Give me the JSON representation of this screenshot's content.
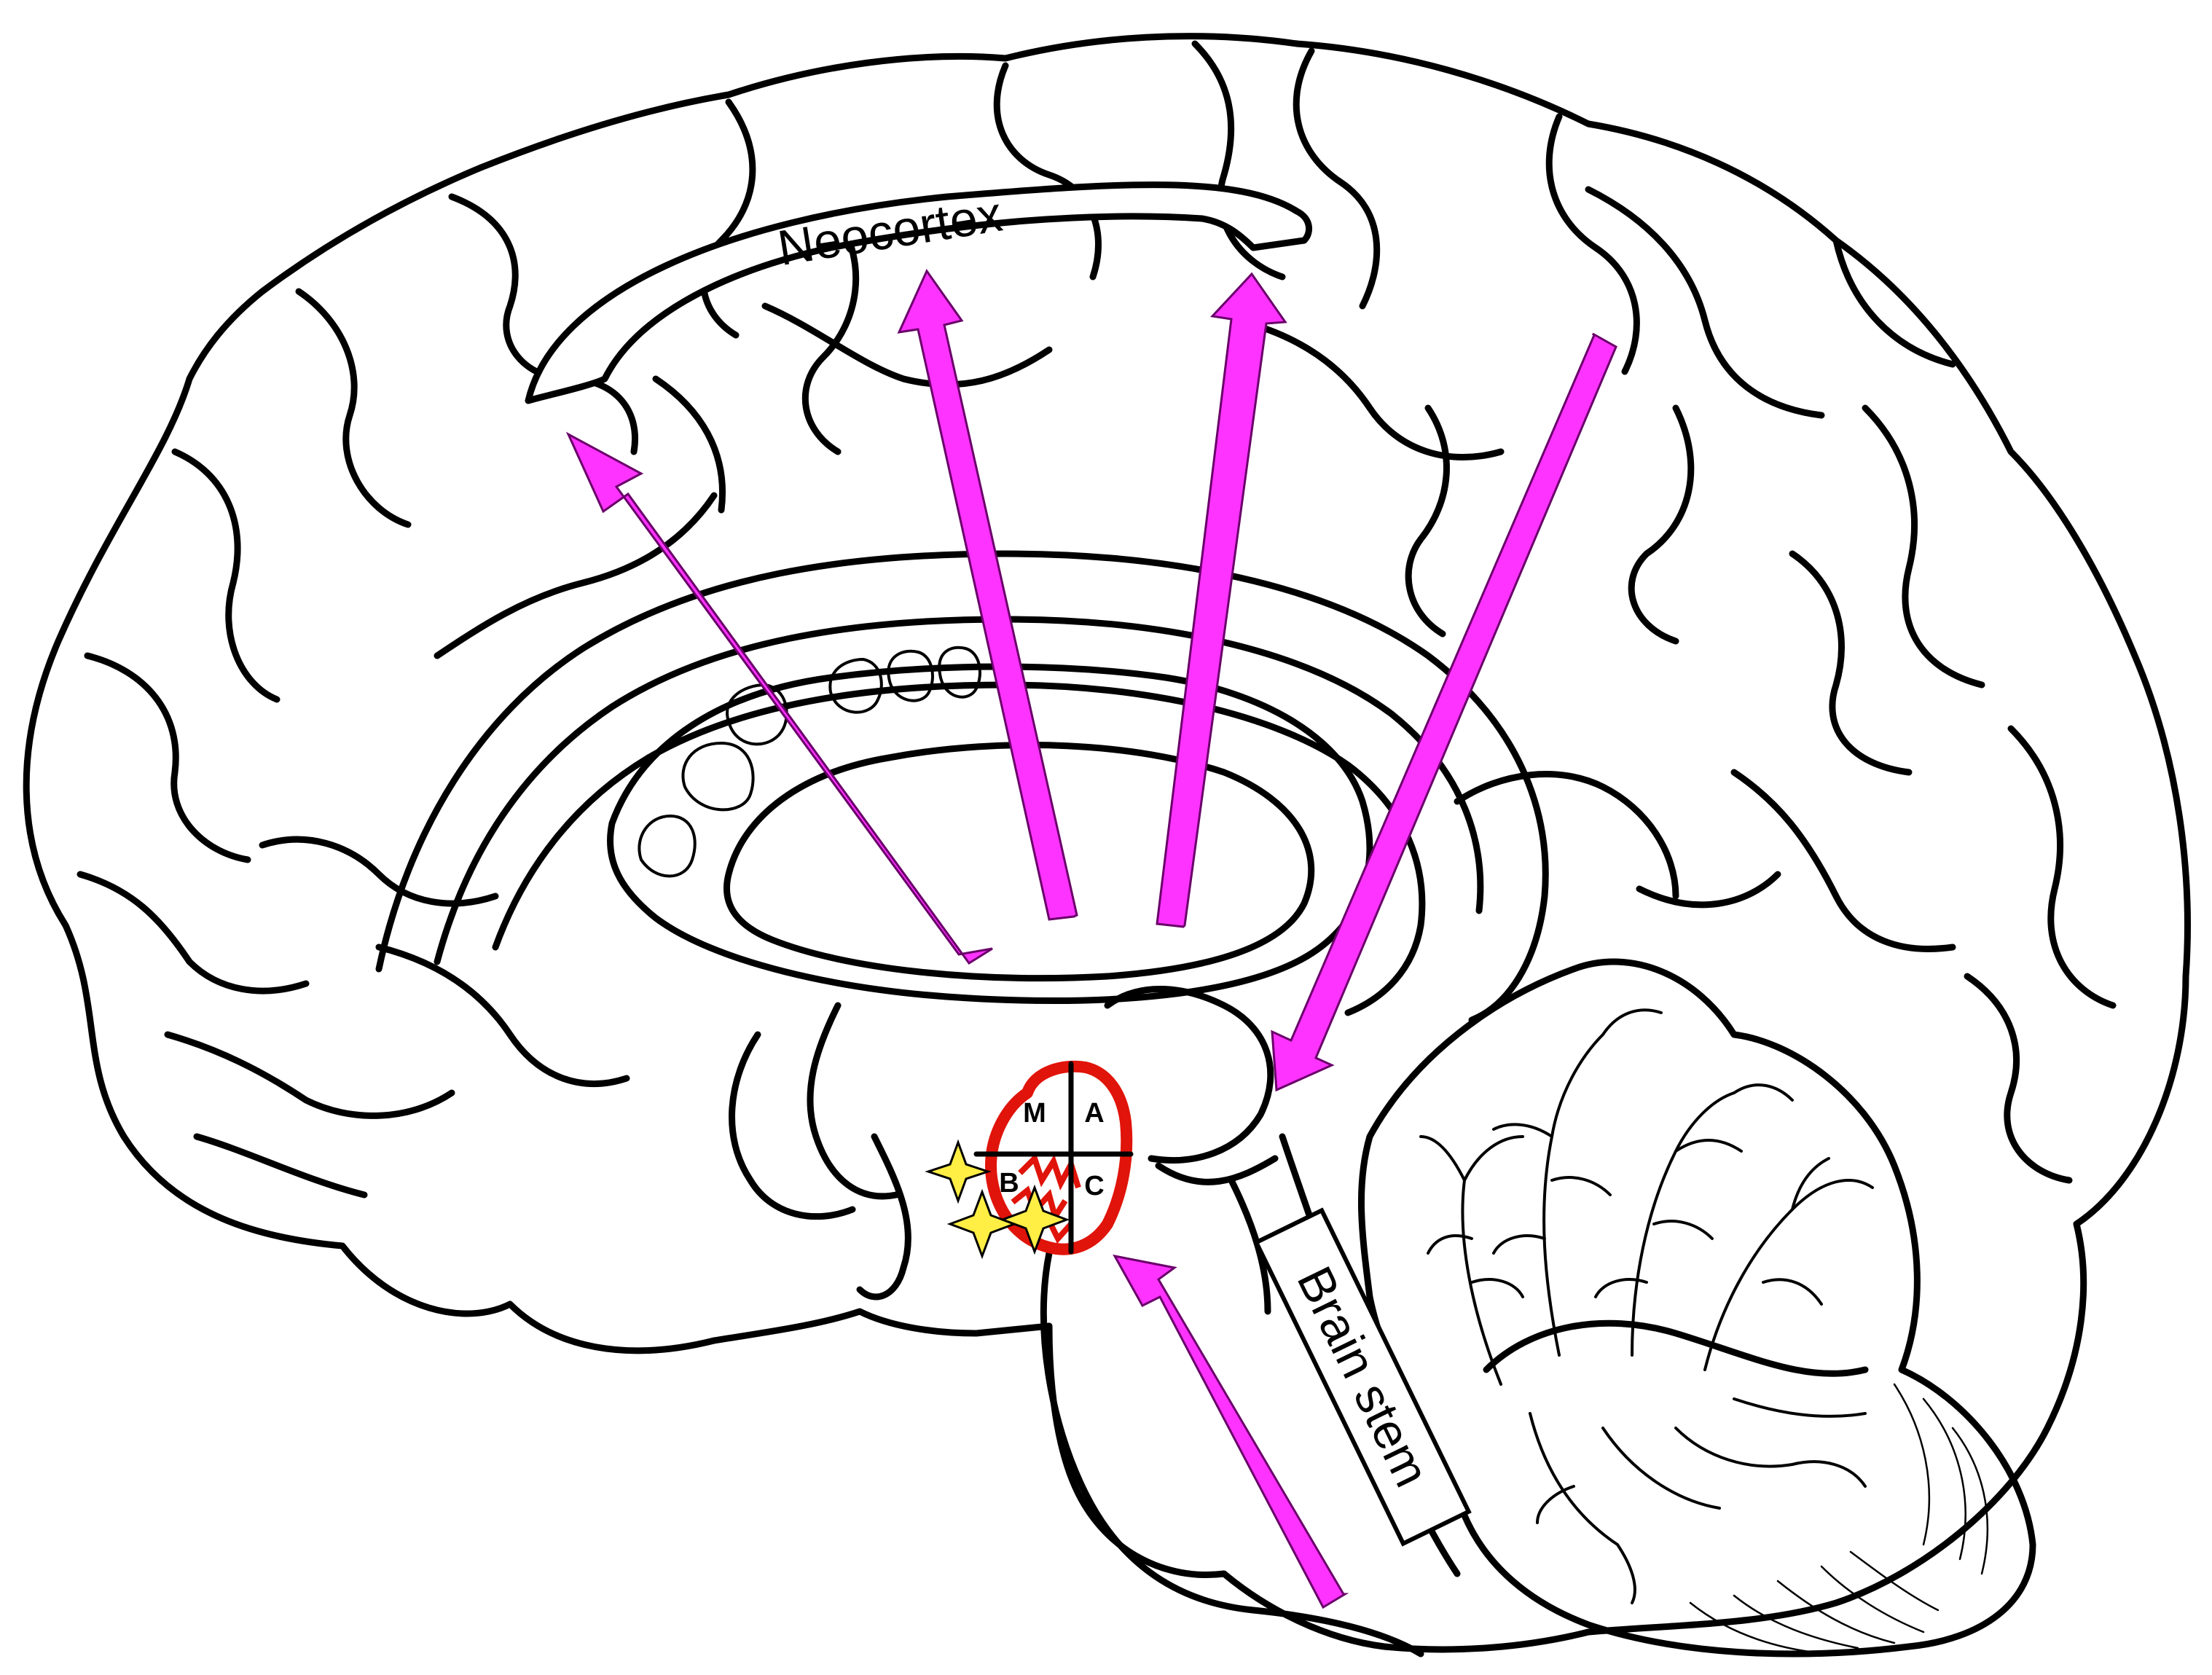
{
  "labels": {
    "neocortex": "Neocortex",
    "brain_stem": "Brain stem",
    "quadrant_m": "M",
    "quadrant_a": "A",
    "quadrant_b": "B",
    "quadrant_c": "C"
  },
  "colors": {
    "projection_arrow": "#ff33ff",
    "projection_arrow_stroke": "#6a006a",
    "thalamic_nucleus_outline": "#e0140a",
    "star_fill": "#ffee44",
    "line": "#000000",
    "background": "#ffffff"
  },
  "icons": {
    "marker": "four-point-star-icon",
    "arrow": "arrow-icon"
  }
}
